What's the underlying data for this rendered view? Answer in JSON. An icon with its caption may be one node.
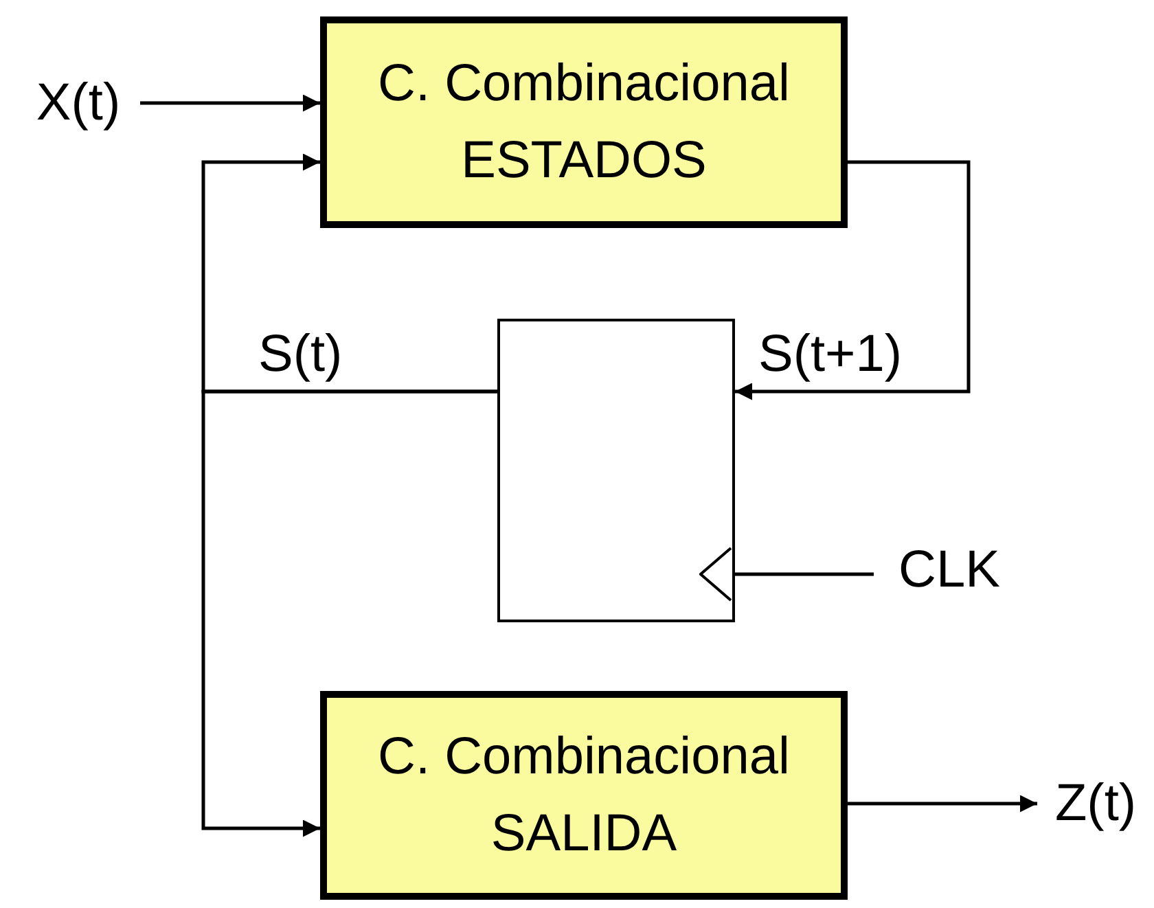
{
  "diagram": {
    "nodes": [
      {
        "text": [
          "C. Combinacional",
          "ESTADOS"
        ]
      },
      {
        "text": [],
        "shape": "box"
      },
      {
        "text": [
          "C. Combinacional",
          "SALIDA"
        ]
      },
      {
        "text": [
          "X(t)"
        ]
      },
      {
        "text": [
          "Z(t)"
        ]
      },
      {
        "text": [
          "CLK"
        ]
      }
    ],
    "edges": [
      {
        "from": 3,
        "to": 0,
        "arrow": "to"
      },
      {
        "from": 0,
        "to": 1,
        "arrow": "to",
        "label": "S(t+1)"
      },
      {
        "from": 1,
        "to": 0,
        "arrow": "to",
        "label": "S(t)"
      },
      {
        "from": 1,
        "to": 2,
        "arrow": "to"
      },
      {
        "from": 2,
        "to": 4,
        "arrow": "to"
      },
      {
        "from": 5,
        "to": 1,
        "arrow": "none"
      }
    ]
  }
}
